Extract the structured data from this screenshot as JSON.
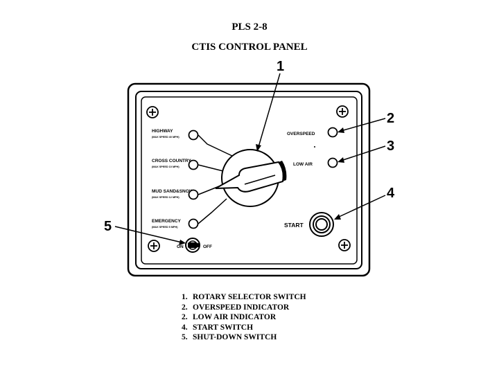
{
  "title": "PLS 2-8",
  "subtitle": "CTIS CONTROL PANEL",
  "panel": {
    "left_labels": [
      {
        "name": "HIGHWAY",
        "sub": "(MAX SPEED 40 MPH)"
      },
      {
        "name": "CROSS COUNTRY",
        "sub": "(MAX SPEED 10 MPH)"
      },
      {
        "name": "MUD SAND&SNOW",
        "sub": "(MAX SPEED 12 MPH)"
      },
      {
        "name": "EMERGENCY",
        "sub": "(MAX SPEED 5 MPH)"
      }
    ],
    "overspeed_label": "OVERSPEED",
    "low_air_label": "LOW AIR",
    "start_label": "START",
    "on_label": "ON",
    "off_label": "OFF"
  },
  "callouts": [
    "1",
    "2",
    "3",
    "4",
    "5"
  ],
  "legend": [
    {
      "num": "1.",
      "text": "ROTARY SELECTOR SWITCH"
    },
    {
      "num": "2.",
      "text": "OVERSPEED INDICATOR"
    },
    {
      "num": "2.",
      "text": "LOW AIR INDICATOR"
    },
    {
      "num": "4.",
      "text": "START SWITCH"
    },
    {
      "num": "5.",
      "text": "SHUT-DOWN SWITCH"
    }
  ]
}
